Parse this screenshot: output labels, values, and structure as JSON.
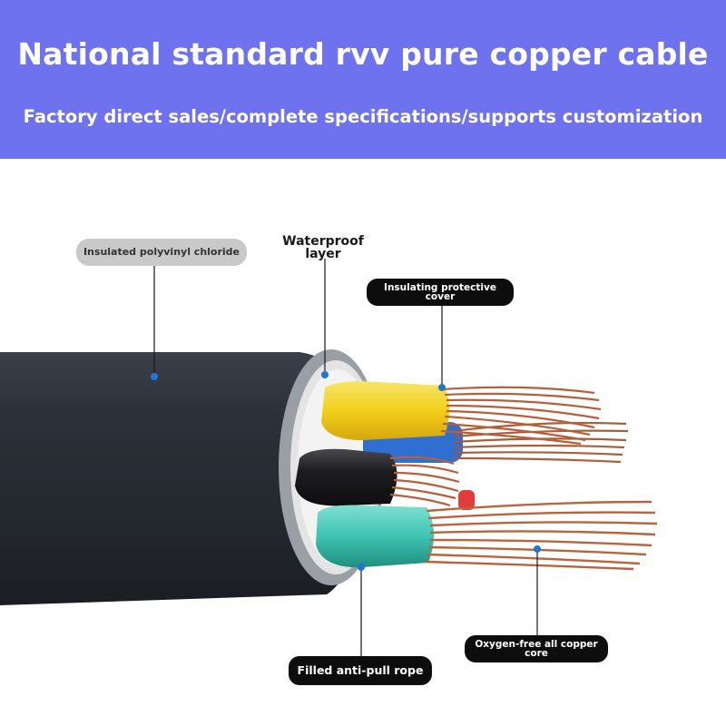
{
  "header": {
    "title": "National standard rvv pure copper cable",
    "subtitle": "Factory direct sales/complete specifications/supports customization"
  },
  "callouts": {
    "insulated_pvc": "Insulated polyvinyl chloride",
    "waterproof_line1": "Waterproof",
    "waterproof_line2": "layer",
    "protective_line1": "Insulating protective",
    "protective_line2": "cover",
    "oxygen_line1": "Oxygen-free all copper",
    "oxygen_line2": "core",
    "anti_pull": "Filled anti-pull rope"
  },
  "colors": {
    "banner": "#6f72ee",
    "sheath": "#2b3038",
    "yellow_core": "#f2d21a",
    "black_core": "#1c1c1e",
    "teal_core": "#3fc3b2",
    "blue_core": "#2f6fd1",
    "copper": "#b8603a",
    "dot": "#1f74d6"
  }
}
